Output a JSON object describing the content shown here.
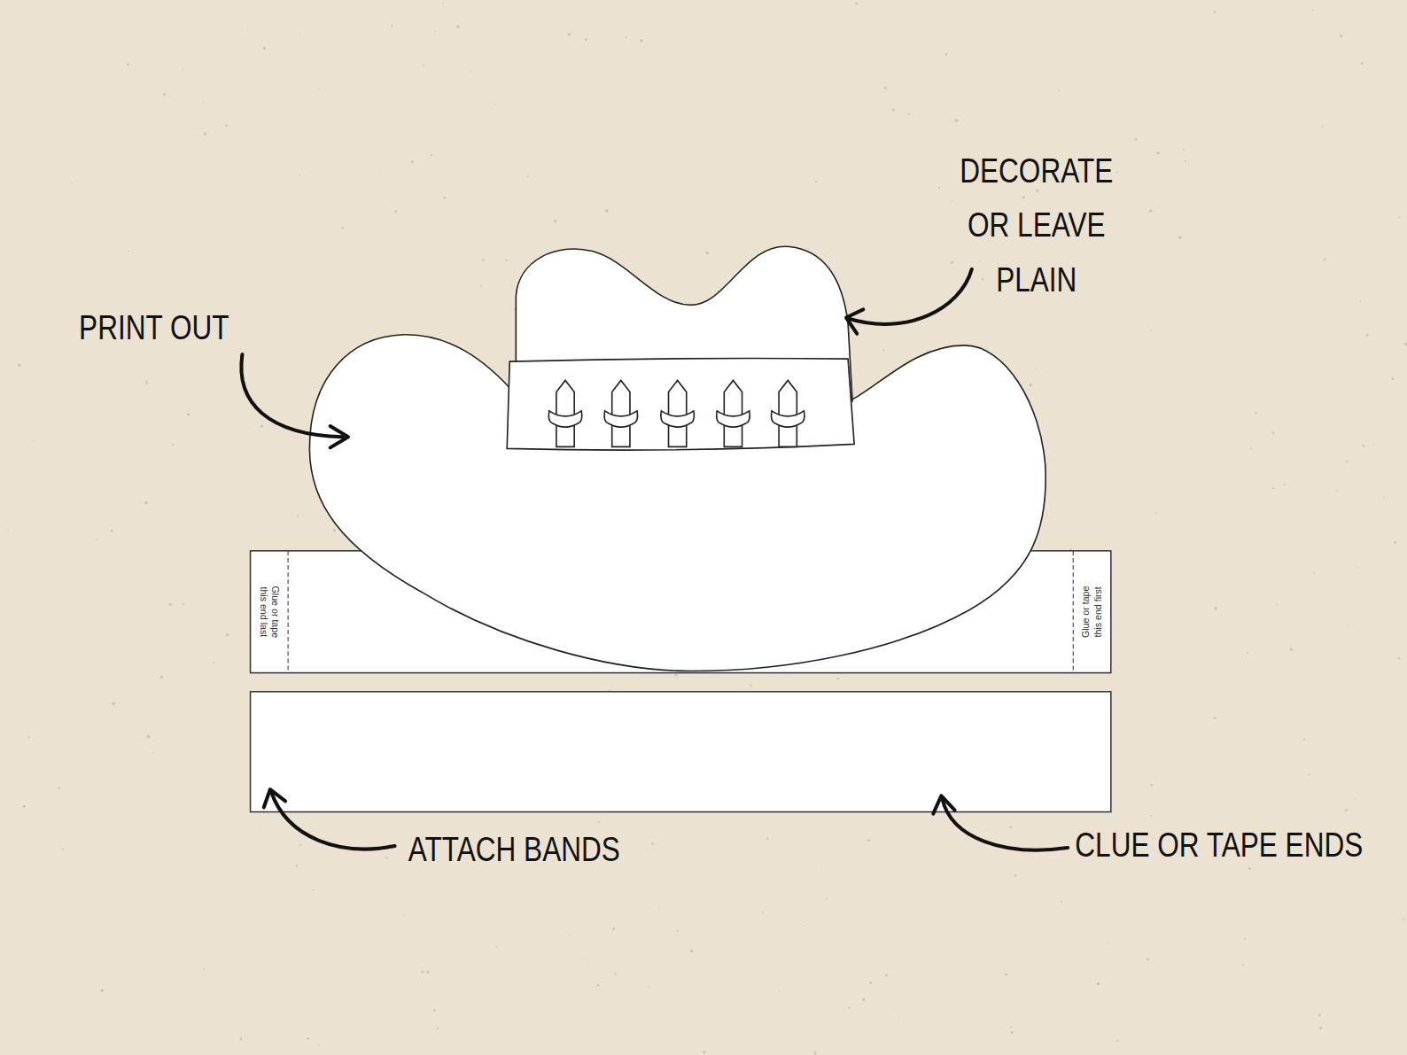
{
  "diagram": {
    "nodes": [
      {
        "text": [
          "Glue or tape this end last",
          "Glue or tape this end first"
        ]
      }
    ],
    "labels": [
      "DECORATE OR LEAVE PLAIN",
      "PRINT OUT",
      "ATTACH BANDS",
      "CLUE OR TAPE ENDS"
    ]
  }
}
